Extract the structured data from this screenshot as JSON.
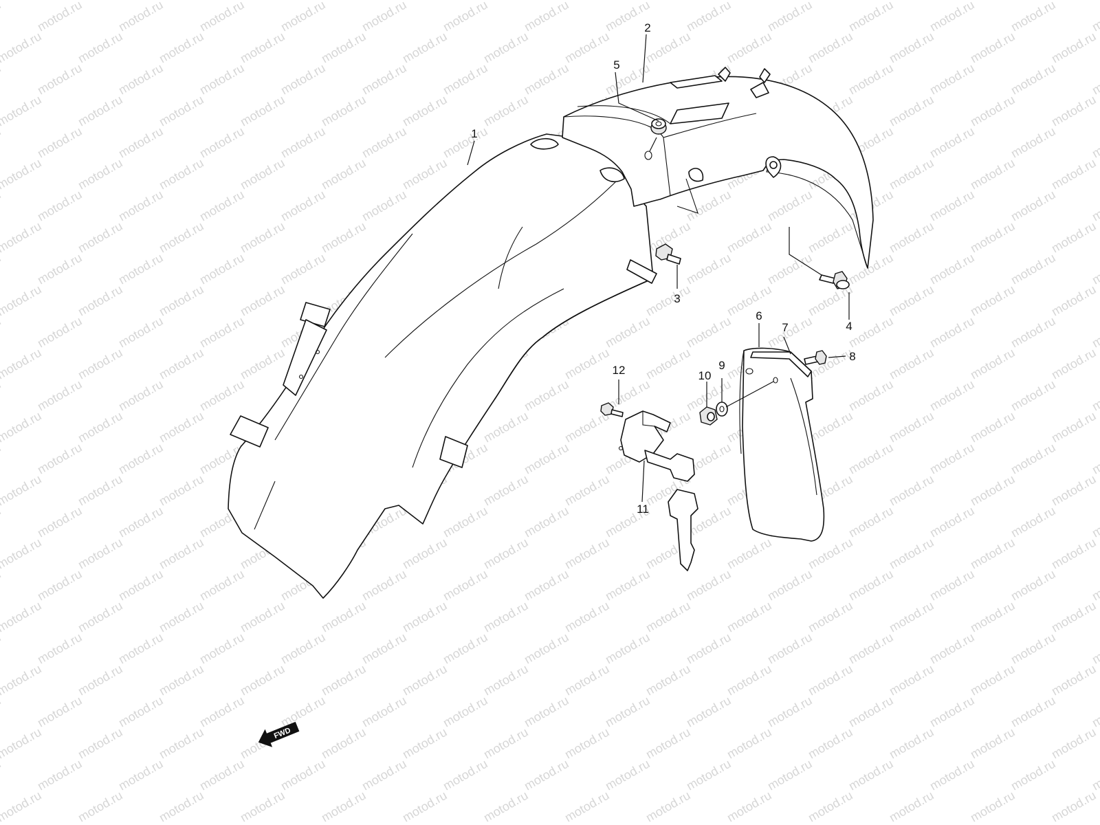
{
  "watermark": "motod.ru",
  "callouts": [
    "1",
    "2",
    "3",
    "4",
    "5",
    "6",
    "7",
    "8",
    "9",
    "10",
    "11",
    "12"
  ],
  "fwd_label": "FWD"
}
